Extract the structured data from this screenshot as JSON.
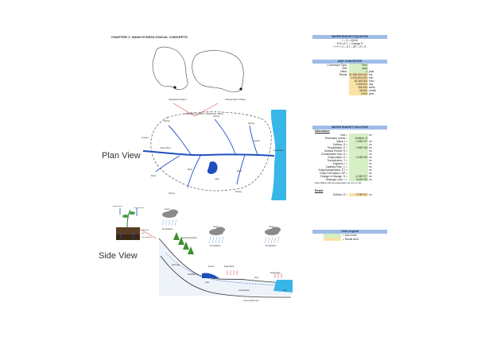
{
  "chapter_title": "CHAPTER 1: MAIN HYDROLOGICAL CONCEPTS",
  "views": {
    "plan": "Plan View",
    "side": "Side View"
  },
  "watersheds": {
    "left": "Integrated shape",
    "right": "Independent shape"
  },
  "plan": {
    "top_label": "Connected boundary / Watershed / Basin",
    "labels": [
      "Spring",
      "Spring",
      "Spring",
      "Spring",
      "Spring",
      "Topsoil",
      "Main River",
      "River",
      "River",
      "Lake",
      "Lagoon",
      "River",
      "Sea/Coast"
    ]
  },
  "side": {
    "labels": [
      "Cloud",
      "Precipitation",
      "Cloud",
      "Precipitation",
      "Cloud",
      "Precipitation",
      "Evapotranspiration",
      "Runoff",
      "Evaporation",
      "Recharge",
      "Infiltration",
      "Lake",
      "Evaporation",
      "Groundwater",
      "Sea",
      "Impermeable layer",
      "River"
    ],
    "plant_labels": [
      "Transpiration",
      "Evaporation",
      "Infiltration",
      "Soil",
      "Groundwater"
    ]
  },
  "colors": {
    "water": "#1f4fbf",
    "sea": "#38b6e8",
    "input": "#d6efc4",
    "result": "#fbe2a6",
    "header": "#9fbde6"
  },
  "water_budget": {
    "title": "WATER BUDGET EQUATION",
    "equations": [
      "I – O = ΔS/Δt",
      "P-R-I-E-T = Change S",
      "I + P + C – ET – DP – R = S"
    ]
  },
  "unit_converter": {
    "title": "UNIT CONVERTER",
    "rows": [
      {
        "label": "Conversion Type:",
        "value": "Time",
        "unit": ""
      },
      {
        "label": "Unit:",
        "value": "year",
        "unit": ""
      },
      {
        "label": "Value:",
        "value": "1",
        "unit": "year"
      }
    ],
    "result_label": "Result:",
    "results": [
      {
        "value": "31,536,000,000",
        "unit": "ms"
      },
      {
        "value": "1,576,800,000",
        "unit": "min"
      },
      {
        "value": "26,280,000",
        "unit": "hour"
      },
      {
        "value": "1,095,000",
        "unit": "day"
      },
      {
        "value": "156,429",
        "unit": "week"
      },
      {
        "value": "36,000",
        "unit": "month"
      },
      {
        "value": "3,000",
        "unit": "year"
      }
    ]
  },
  "solution": {
    "title": "WATER BUDGET SOLUTION",
    "info_label": "Information",
    "rows": [
      {
        "label": "Unit =",
        "value": "",
        "unit": "m³",
        "kind": "g"
      },
      {
        "label": "Parameter needs =",
        "value": "Outflow, O",
        "unit": "",
        "kind": "g"
      },
      {
        "label": "Inflow, I =",
        "value": "1.95E+07",
        "unit": "m³",
        "kind": "g"
      },
      {
        "label": "Outflow, O =",
        "value": "",
        "unit": "m³",
        "kind": "g"
      },
      {
        "label": "Precipitation, P =",
        "value": "2.96E+06",
        "unit": "m³",
        "kind": "g"
      },
      {
        "label": "Surface Runoff, R =",
        "value": "",
        "unit": "m³",
        "kind": "g"
      },
      {
        "label": "Groundwater flow, G =",
        "value": "",
        "unit": "m³",
        "kind": "g"
      },
      {
        "label": "Evaporation, E =",
        "value": "1.03E+06",
        "unit": "m³",
        "kind": "g"
      },
      {
        "label": "Transpiration, T =",
        "value": "",
        "unit": "m³",
        "kind": "g"
      },
      {
        "label": "Irrigation, I =",
        "value": "",
        "unit": "m³",
        "kind": "g"
      },
      {
        "label": "Capillary Rise, C =",
        "value": "",
        "unit": "m³",
        "kind": "g"
      },
      {
        "label": "Evapotranspiration, ET =",
        "value": "",
        "unit": "m³",
        "kind": "g"
      },
      {
        "label": "Deep Percolation, DP =",
        "value": "",
        "unit": "m³",
        "kind": "g"
      },
      {
        "label": "Change in Storage, S =",
        "value": "-1.33E+07",
        "unit": "m³",
        "kind": "g"
      },
      {
        "label": "Seepage Loss, L =",
        "value": "3.44E+05",
        "unit": "m³",
        "kind": "g"
      }
    ],
    "note": "Note: Blank cells are parameters as zero or NA",
    "result_head": "Result",
    "result": {
      "label": "Outflow, O =",
      "value": "3.79E+07",
      "unit": "m³"
    }
  },
  "legend": {
    "title": "Color Legend",
    "items": [
      {
        "label": "= User Area",
        "color": "#d6efc4"
      },
      {
        "label": "= Result Area",
        "color": "#fbe2a6"
      }
    ]
  }
}
